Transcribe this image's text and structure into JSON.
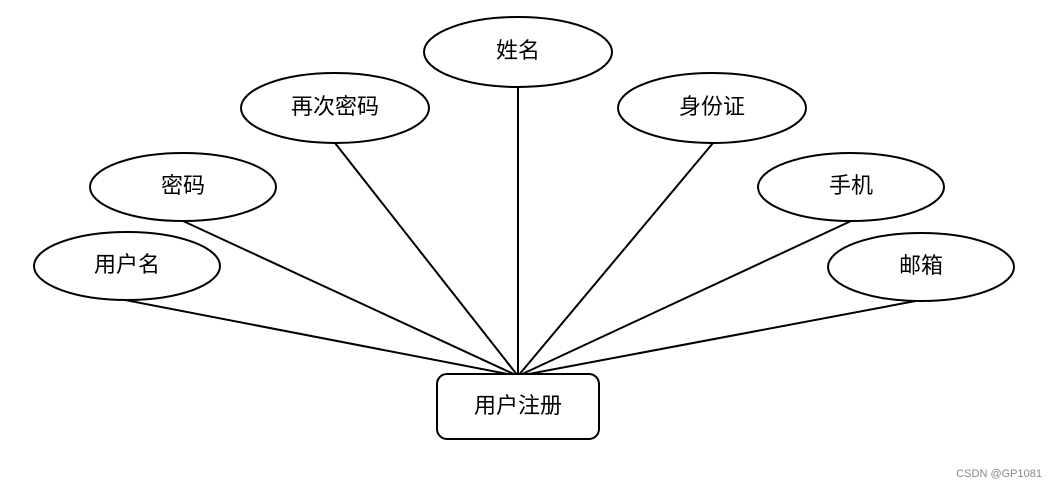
{
  "entity": {
    "label": "用户注册"
  },
  "attributes": [
    {
      "id": "username",
      "label": "用户名"
    },
    {
      "id": "password",
      "label": "密码"
    },
    {
      "id": "confirm-password",
      "label": "再次密码"
    },
    {
      "id": "name",
      "label": "姓名"
    },
    {
      "id": "id-card",
      "label": "身份证"
    },
    {
      "id": "phone",
      "label": "手机"
    },
    {
      "id": "email",
      "label": "邮箱"
    }
  ],
  "watermark": "CSDN @GP1081"
}
